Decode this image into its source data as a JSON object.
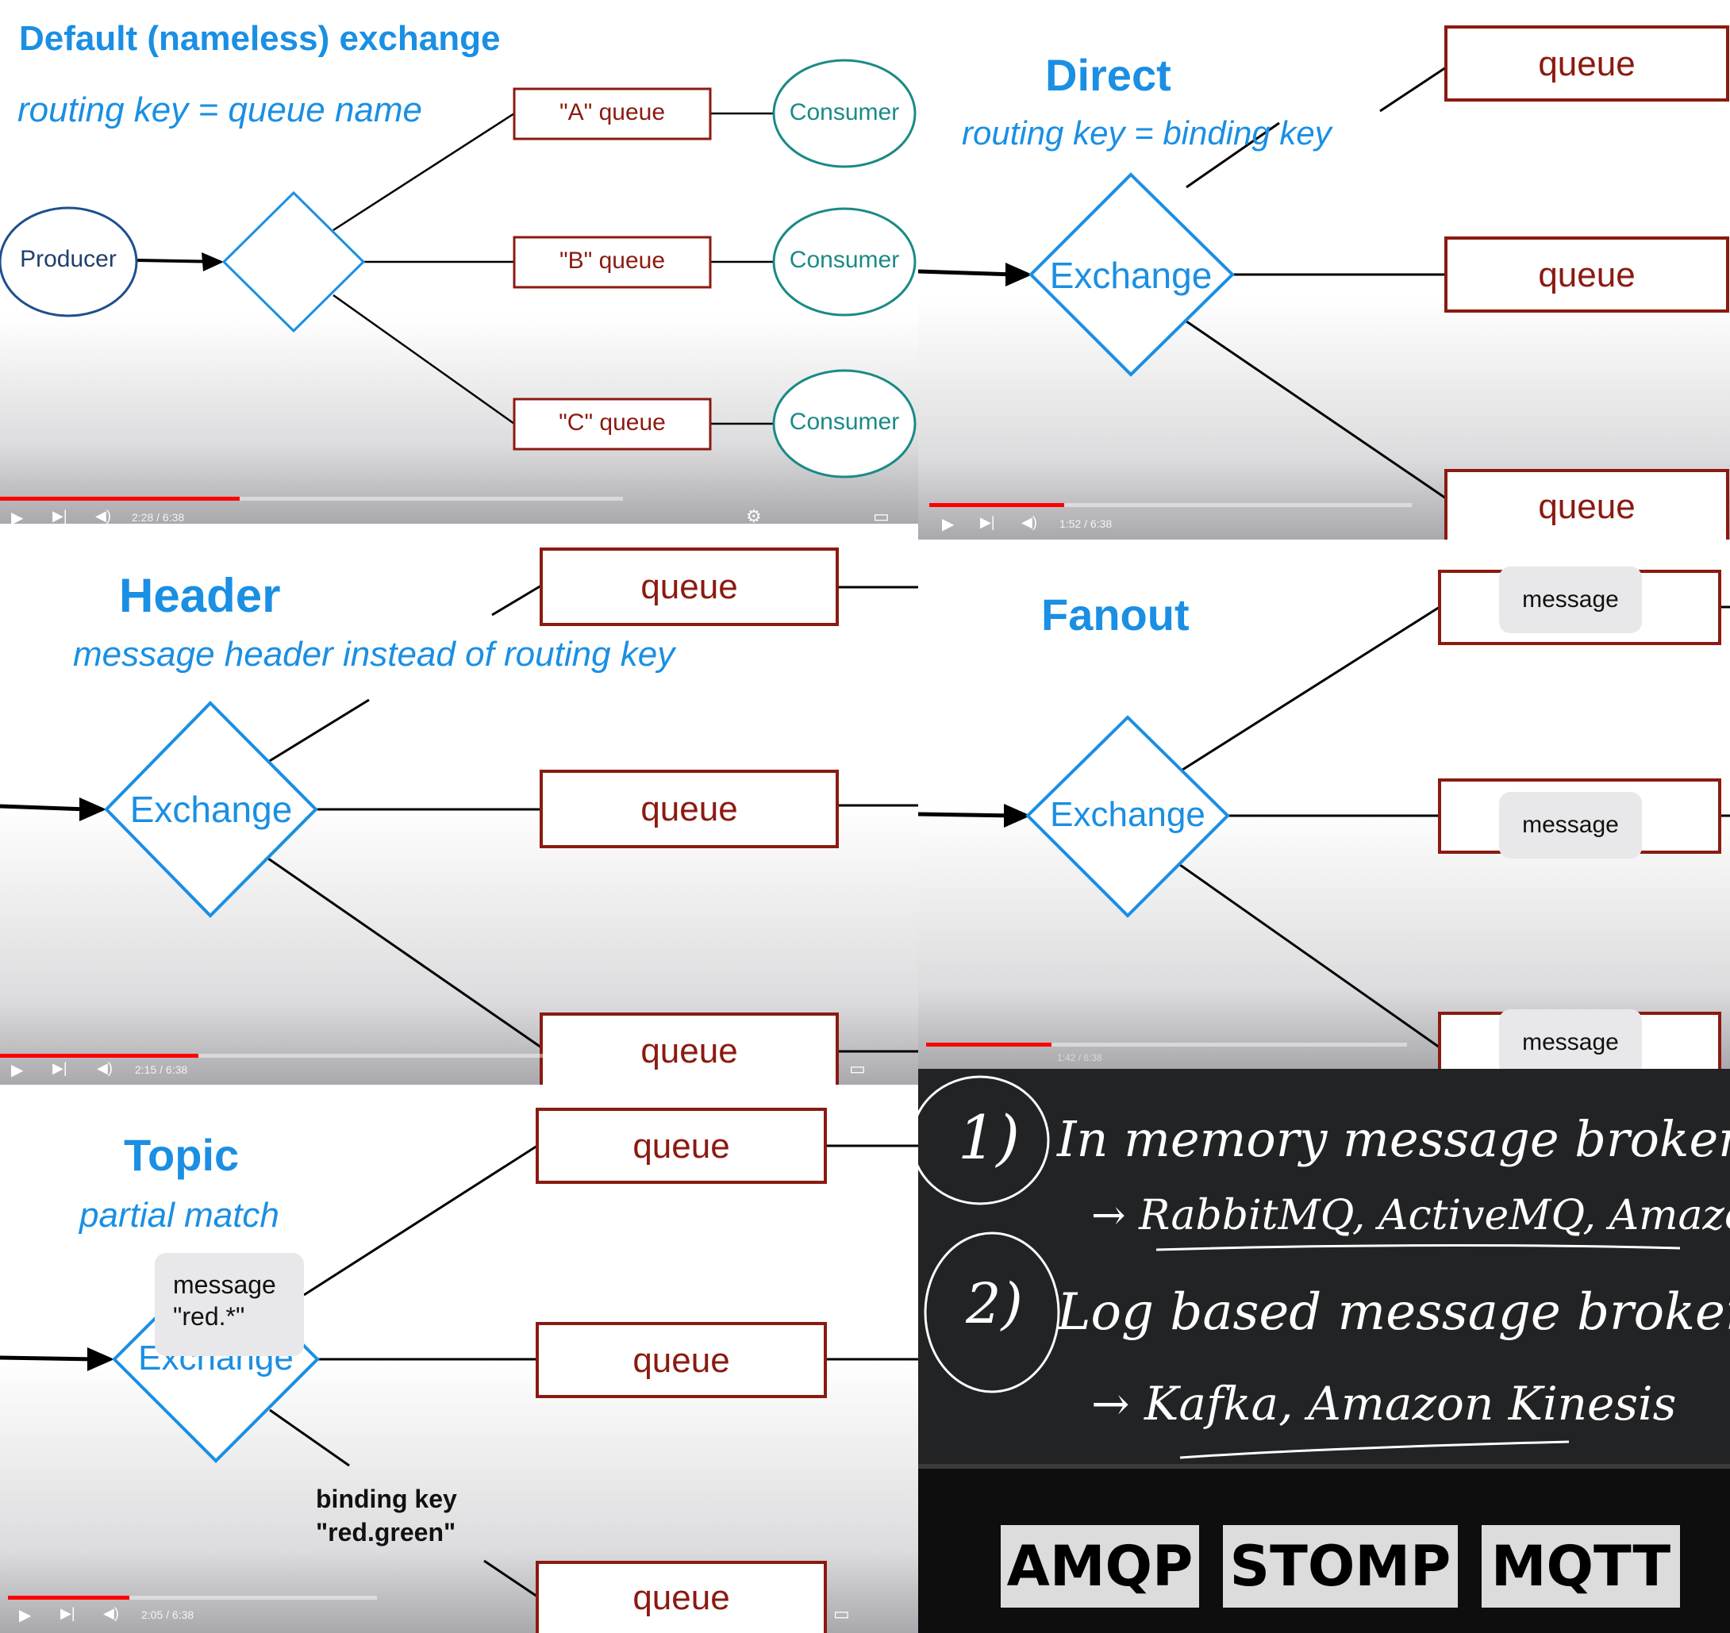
{
  "default": {
    "title": "Default (nameless) exchange",
    "subtitle": "routing key = queue name",
    "producer": "Producer",
    "queues": [
      "\"A\" queue",
      "\"B\" queue",
      "\"C\" queue"
    ],
    "consumer": "Consumer",
    "time": "2:28 / 6:38",
    "progress": 0.385
  },
  "direct": {
    "title": "Direct",
    "subtitle": "routing key = binding key",
    "exchange": "Exchange",
    "queue": "queue",
    "time": "1:52 / 6:38",
    "progress": 0.28
  },
  "header": {
    "title": "Header",
    "subtitle": "message header instead of routing key",
    "exchange": "Exchange",
    "queue": "queue",
    "time": "2:15 / 6:38",
    "progress": 0.34
  },
  "fanout": {
    "title": "Fanout",
    "exchange": "Exchange",
    "message": "message",
    "time": "1:42 / 6:38",
    "progress": 0.26
  },
  "topic": {
    "title": "Topic",
    "subtitle": "partial match",
    "exchange": "Exchange",
    "queue": "queue",
    "message_line1": "message",
    "message_line2": "\"red.*\"",
    "binding_line1": "binding key",
    "binding_line2": "\"red.green\"",
    "time": "2:05 / 6:38",
    "progress": 0.33
  },
  "notes": {
    "item1_number": "1)",
    "item1_text": "In  memory  message  brokers",
    "item1_examples": "→ RabbitMQ, ActiveMQ, Amazon SQS",
    "item2_number": "2)",
    "item2_text": "Log  based  message  brokers",
    "item2_examples": "→ Kafka, Amazon Kinesis"
  },
  "protocols": [
    "AMQP",
    "STOMP",
    "MQTT"
  ],
  "colors": {
    "accent_blue": "#1a8fe3",
    "queue_red": "#8b1a10",
    "consumer_teal": "#1a8a86",
    "progress_red": "#ff0000"
  }
}
